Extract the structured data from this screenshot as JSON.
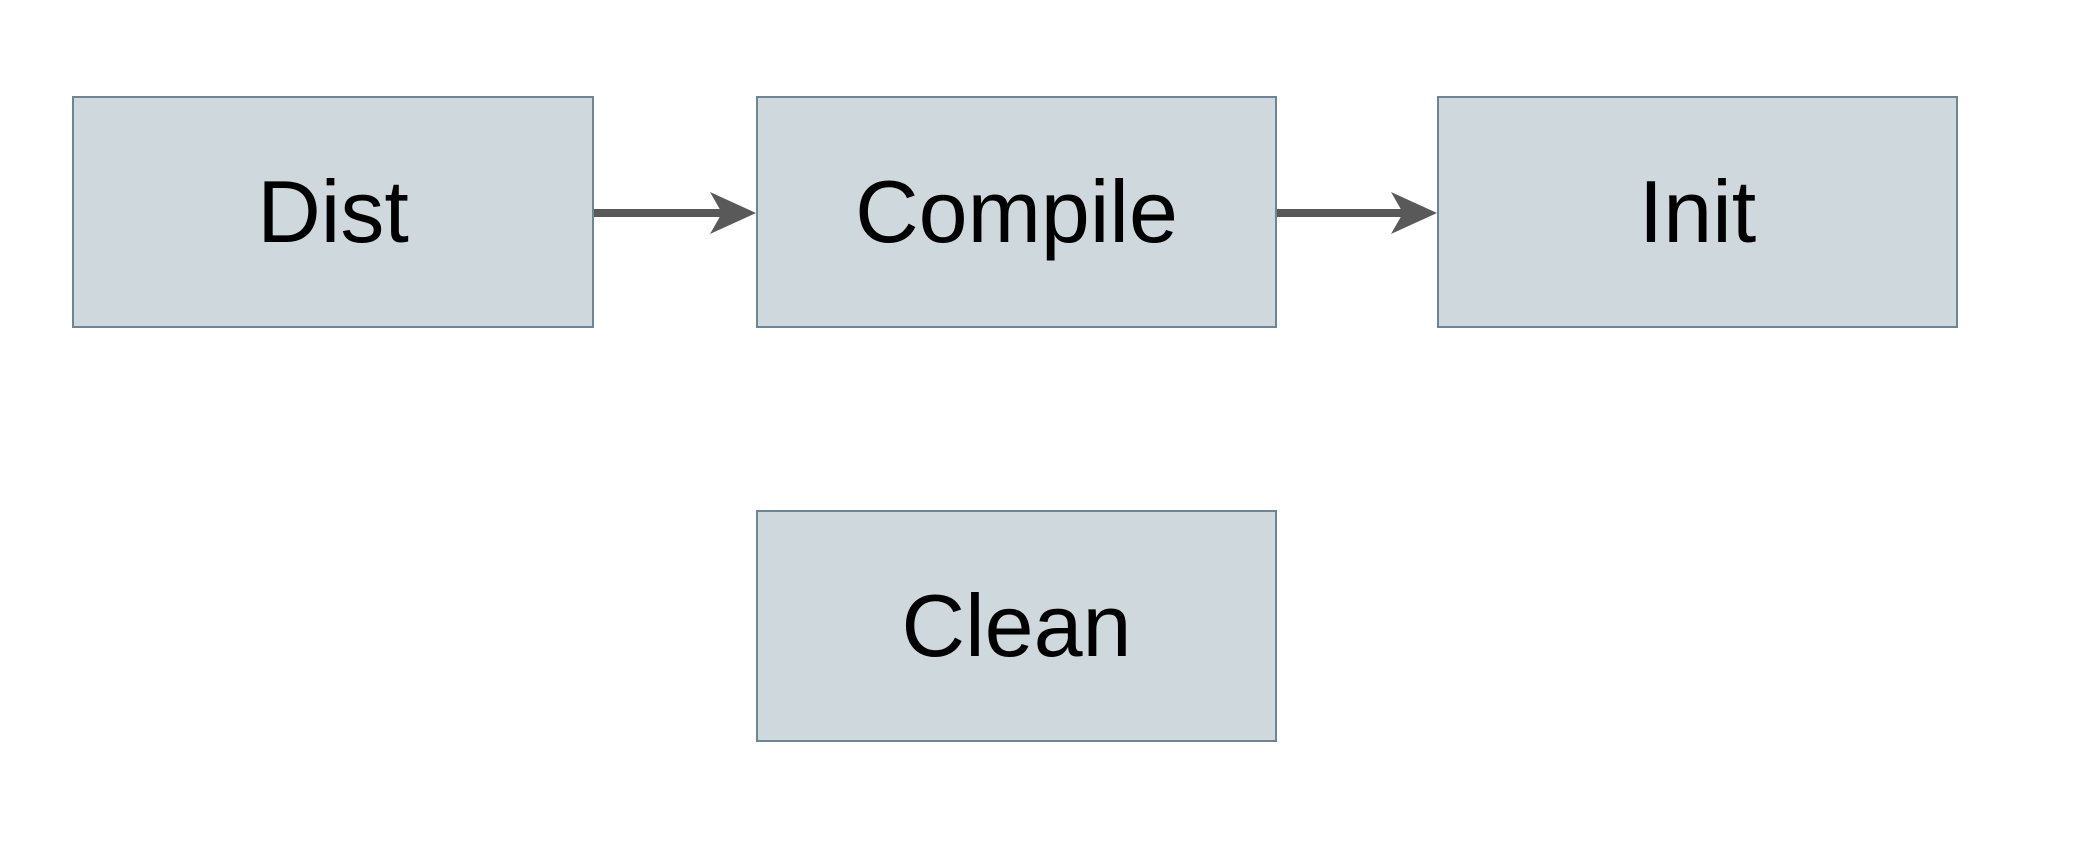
{
  "diagram": {
    "type": "flowchart",
    "background_color": "#ffffff",
    "node_fill_color": "#cfd8dc",
    "node_border_color": "#6e8694",
    "node_text_color": "#000000",
    "arrow_color": "#595959",
    "nodes": [
      {
        "id": "dist",
        "label": "Dist"
      },
      {
        "id": "compile",
        "label": "Compile"
      },
      {
        "id": "init",
        "label": "Init"
      },
      {
        "id": "clean",
        "label": "Clean"
      }
    ],
    "edges": [
      {
        "from": "Dist",
        "to": "Compile",
        "style": "arrow-right"
      },
      {
        "from": "Compile",
        "to": "Init",
        "style": "arrow-right"
      }
    ]
  }
}
